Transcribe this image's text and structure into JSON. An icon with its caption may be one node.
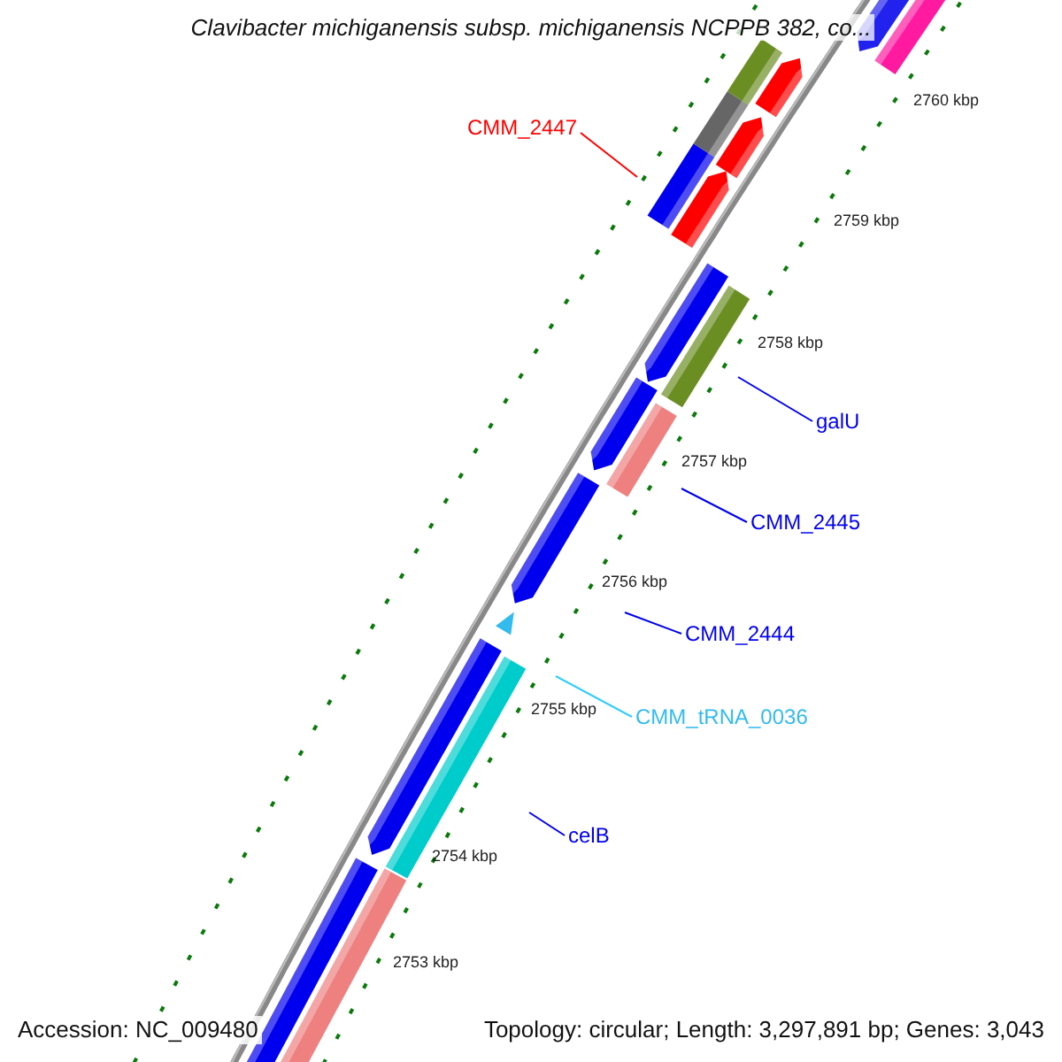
{
  "diagram": {
    "title": "Clavibacter michiganensis subsp. michiganensis NCPPB 382, co...",
    "nodes": [
      {
        "text": [
          "CMM_2447"
        ]
      },
      {
        "text": [
          "galU"
        ]
      },
      {
        "text": [
          "CMM_2445"
        ]
      },
      {
        "text": [
          "CMM_2444"
        ]
      },
      {
        "text": [
          "CMM_tRNA_0036"
        ]
      },
      {
        "text": [
          "celB"
        ]
      }
    ],
    "edges": [
      {
        "from": 0,
        "to": null,
        "arrow": "none",
        "color": "#ff0000"
      },
      {
        "from": 1,
        "to": null,
        "arrow": "none"
      },
      {
        "from": 2,
        "to": null,
        "arrow": "none"
      },
      {
        "from": 3,
        "to": null,
        "arrow": "none"
      },
      {
        "from": 4,
        "to": null,
        "arrow": "none",
        "color": "#33ccff"
      },
      {
        "from": 5,
        "to": null,
        "arrow": "none"
      }
    ],
    "labels": [
      "2760 kbp",
      "2759 kbp",
      "2758 kbp",
      "2757 kbp",
      "2756 kbp",
      "2755 kbp",
      "2754 kbp",
      "2753 kbp",
      "Accession: NC_009480",
      "Topology: circular; Length: 3,297,891 bp; Genes: 3,043"
    ]
  }
}
